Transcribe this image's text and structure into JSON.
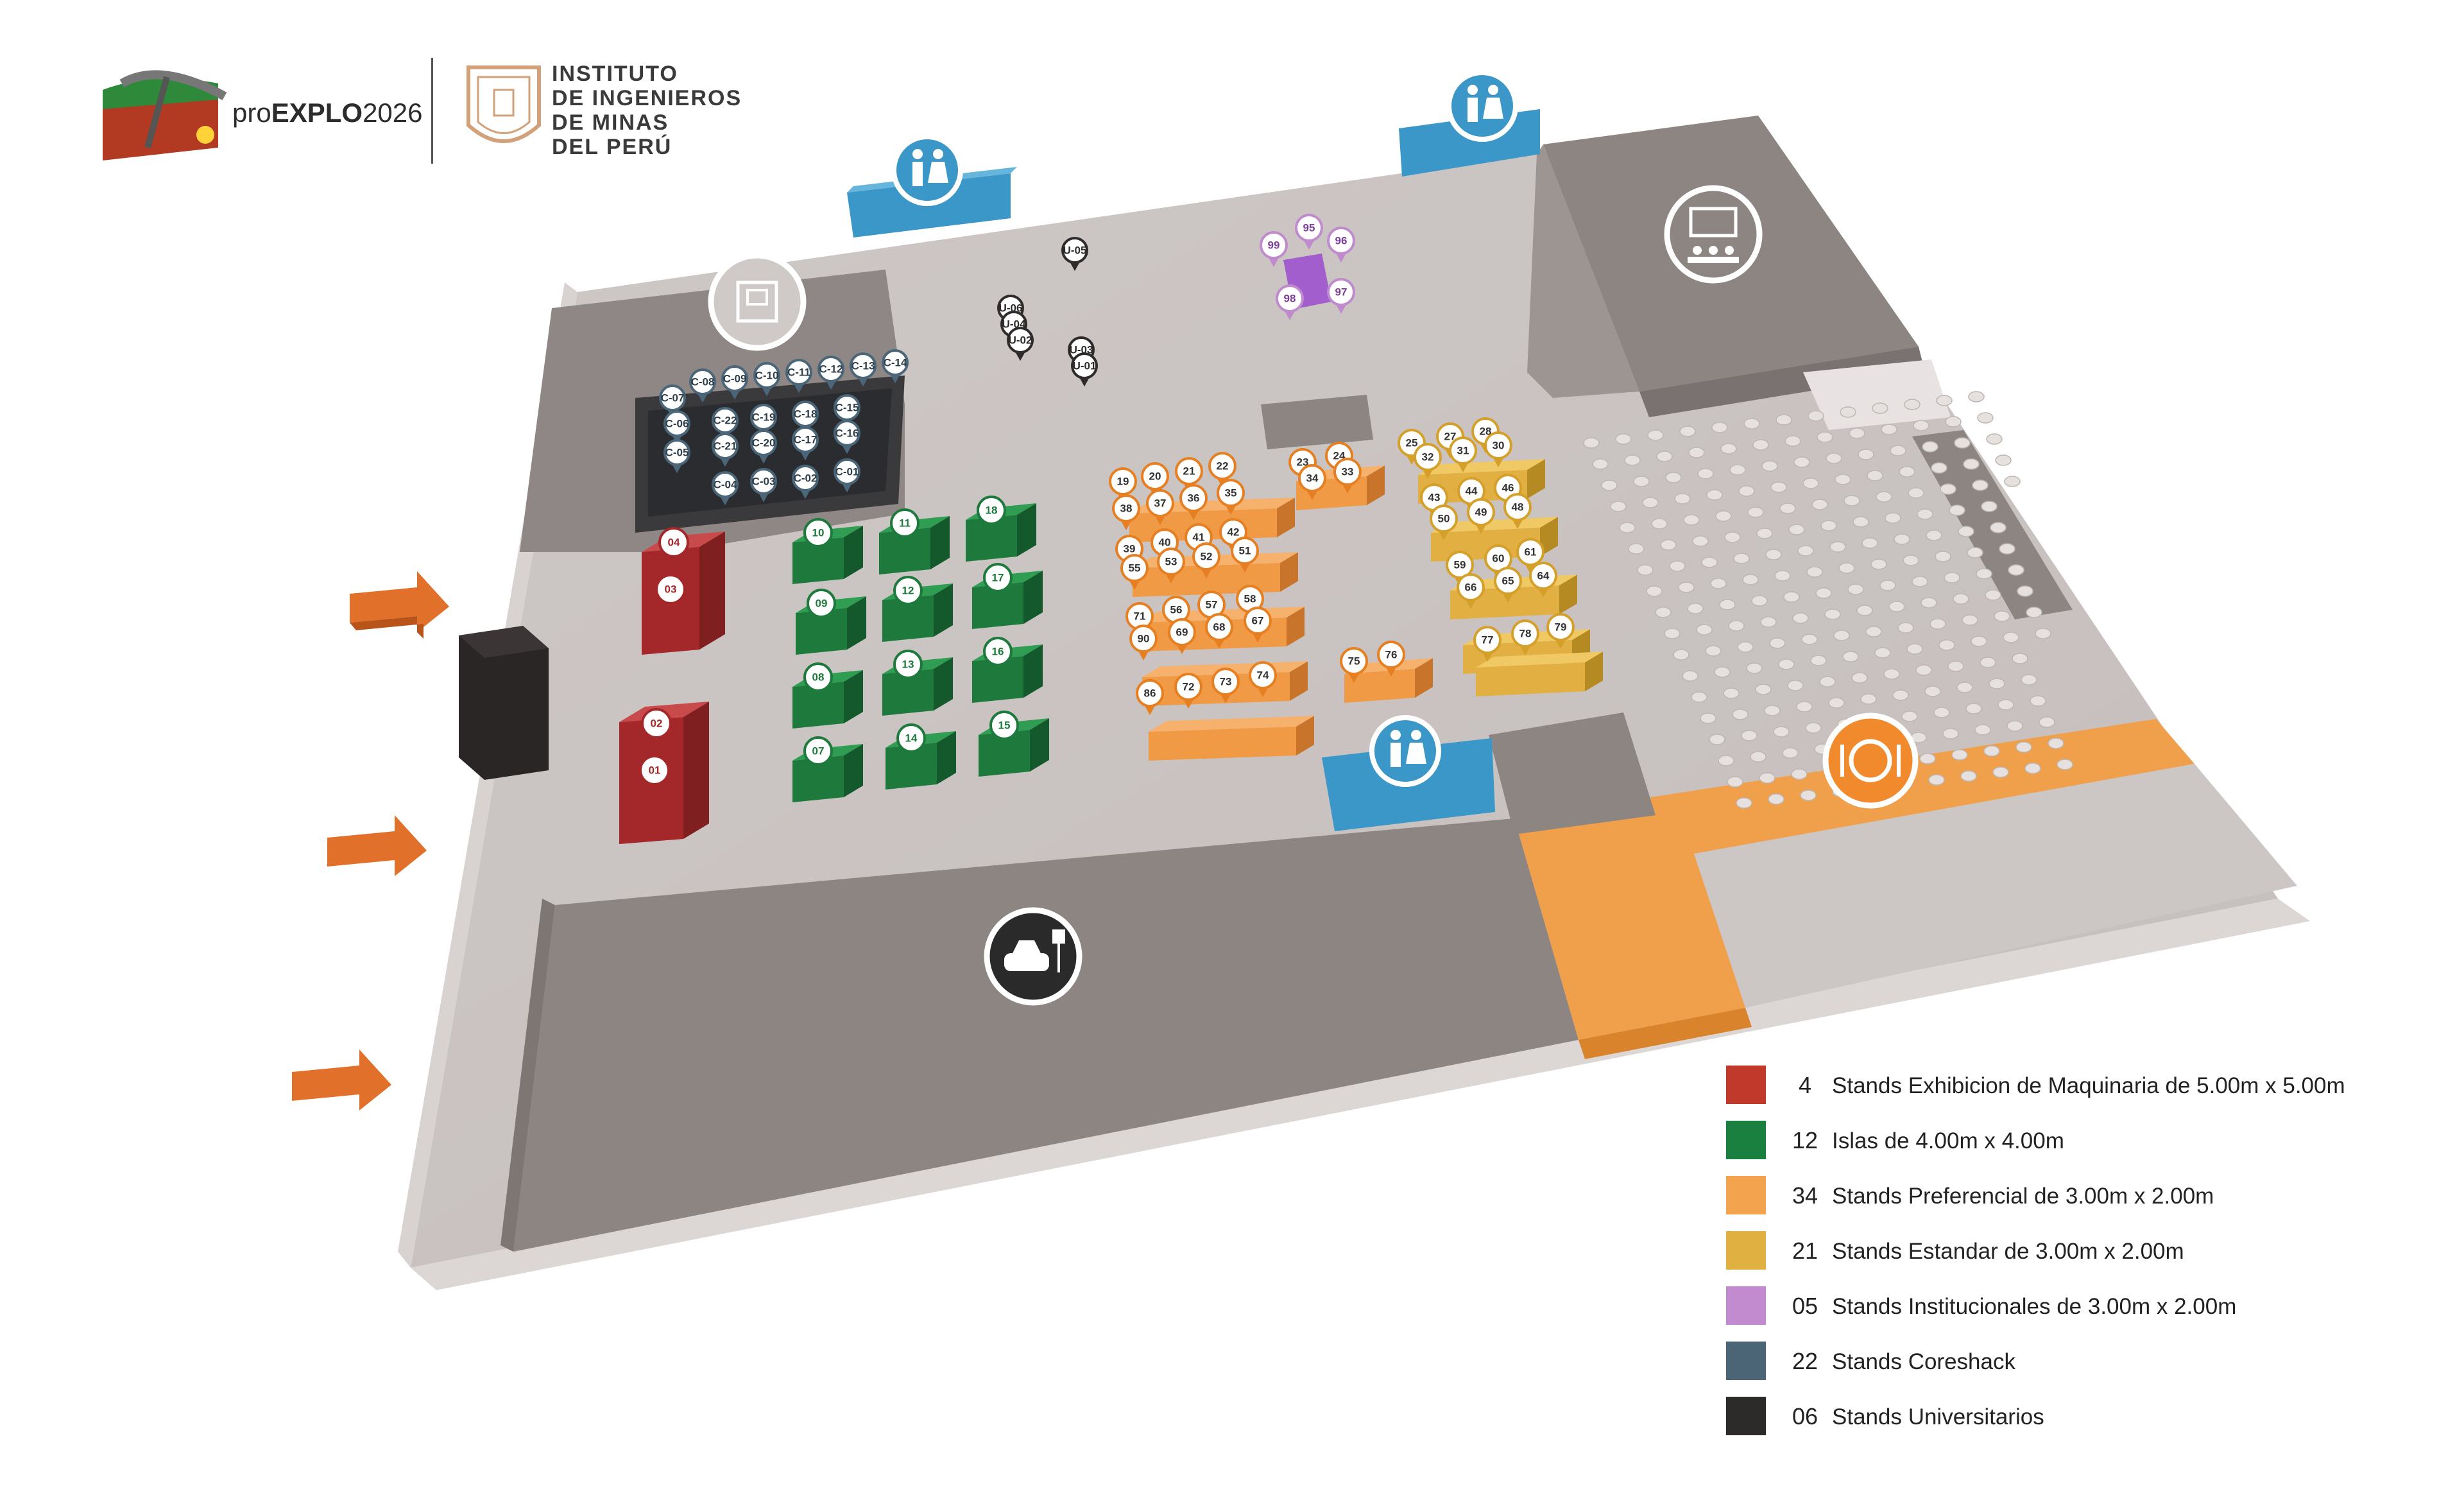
{
  "header": {
    "event_prefix": "pro",
    "event_main": "EXPLO",
    "event_year": "2026",
    "institute_lines": [
      "INSTITUTO",
      "DE INGENIEROS",
      "DE MINAS",
      "DEL PERÚ"
    ],
    "seal_text": "INSTITUTO DE INGENIEROS DE MINAS DEL PERÚ"
  },
  "colors": {
    "maquinaria": "#a4282a",
    "islas": "#1e7a3c",
    "preferencial": "#f09a45",
    "estandar": "#e2b042",
    "institucional": "#bf8bcc",
    "coreshack": "#4a6678",
    "universitario": "#2f2b2b",
    "restroom": "#3a97c7",
    "floor": "#c9c3c1",
    "dark_block": "#8f8784",
    "food_court": "#f0a04a",
    "arrow": "#e0702a"
  },
  "legend": [
    {
      "count": "4",
      "label": "Stands Exhibicion de Maquinaria de 5.00m x 5.00m",
      "color": "#c0392b"
    },
    {
      "count": "12",
      "label": "Islas de 4.00m x 4.00m",
      "color": "#1a8040"
    },
    {
      "count": "34",
      "label": "Stands Preferencial de 3.00m x 2.00m",
      "color": "#f3a24e"
    },
    {
      "count": "21",
      "label": "Stands Estandar de 3.00m x 2.00m",
      "color": "#e0b040"
    },
    {
      "count": "05",
      "label": "Stands Institucionales de 3.00m x 2.00m",
      "color": "#c28bd0"
    },
    {
      "count": "22",
      "label": "Stands Coreshack",
      "color": "#4b6577"
    },
    {
      "count": "06",
      "label": "Stands Universitarios",
      "color": "#2d2a2a"
    }
  ],
  "icons": [
    "restroom-icon",
    "restroom-icon",
    "restroom-icon",
    "conference-room-icon",
    "exhibition-hall-icon",
    "restaurant-icon",
    "parking-icon",
    "entrance-arrow-icon"
  ],
  "stands": {
    "maquinaria": [
      "04",
      "03",
      "02",
      "01"
    ],
    "islas": [
      "10",
      "11",
      "18",
      "09",
      "12",
      "17",
      "08",
      "13",
      "16",
      "07",
      "14",
      "15"
    ],
    "preferencial": [
      "19",
      "20",
      "21",
      "22",
      "38",
      "37",
      "36",
      "35",
      "39",
      "40",
      "41",
      "42",
      "55",
      "53",
      "52",
      "51",
      "71",
      "56",
      "57",
      "58",
      "90",
      "69",
      "68",
      "67",
      "86",
      "72",
      "73",
      "74",
      "23",
      "24",
      "34",
      "33",
      "75",
      "76"
    ],
    "estandar": [
      "25",
      "27",
      "28",
      "32",
      "31",
      "30",
      "46",
      "43",
      "44",
      "50",
      "49",
      "48",
      "61",
      "59",
      "60",
      "66",
      "65",
      "64",
      "77",
      "78",
      "79"
    ],
    "institucional": [
      "95",
      "99",
      "96",
      "98",
      "97"
    ],
    "coreshack": [
      "C-08",
      "C-09",
      "C-10",
      "C-11",
      "C-12",
      "C-13",
      "C-14",
      "C-07",
      "C-22",
      "C-19",
      "C-18",
      "C-15",
      "C-06",
      "C-21",
      "C-20",
      "C-17",
      "C-16",
      "C-05",
      "C-04",
      "C-03",
      "C-02",
      "C-01"
    ],
    "universitario": [
      "U-05",
      "U-06",
      "U-03",
      "U-04",
      "U-01",
      "U-02"
    ]
  }
}
